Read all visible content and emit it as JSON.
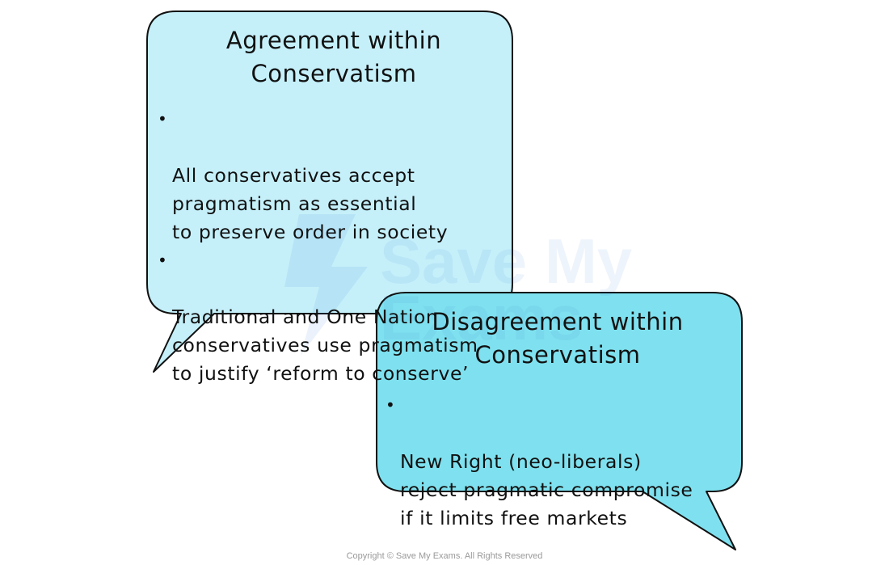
{
  "agreement": {
    "title": "Agreement within\nConservatism",
    "bullets": [
      "All conservatives accept\npragmatism as essential\nto preserve order in society",
      "Traditional and One Nation\nconservatives use pragmatism\nto justify ‘reform to conserve’"
    ],
    "fill_color": "#c5f0fa"
  },
  "disagreement": {
    "title": "Disagreement within\nConservatism",
    "bullets": [
      "New Right (neo-liberals)\nreject pragmatic compromise\nif it limits free markets"
    ],
    "fill_color": "#7fe1ef"
  },
  "bullet_symbol": "•",
  "watermark": {
    "text_line1": "Save My",
    "text_line2": "Exams",
    "icon": "lightning-bolt-icon"
  },
  "copyright": "Copyright © Save My Exams. All Rights Reserved"
}
